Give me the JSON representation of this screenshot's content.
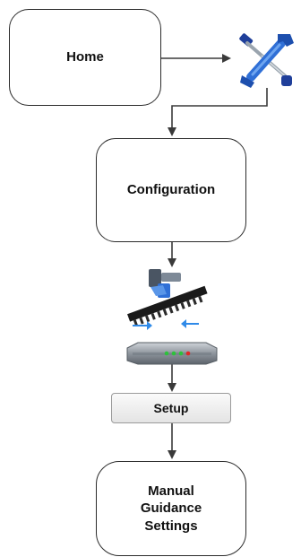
{
  "nodes": {
    "home": "Home",
    "configuration": "Configuration",
    "setup": "Setup",
    "manual_guidance_settings": "Manual\nGuidance\nSettings"
  },
  "icons": {
    "tools": "tools-icon",
    "implement": "implement-icon",
    "controller": "controller-icon"
  }
}
